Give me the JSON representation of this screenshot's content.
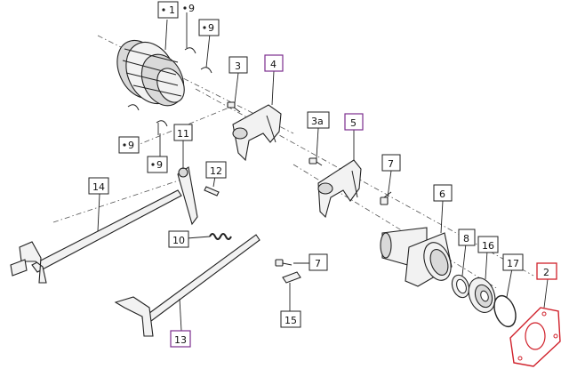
{
  "callouts": [
    {
      "id": "c-1",
      "text": "1",
      "prefix": "dot",
      "border": "#222222"
    },
    {
      "id": "c-9a",
      "text": "9",
      "prefix": "dot",
      "border": "none"
    },
    {
      "id": "c-9b",
      "text": "9",
      "prefix": "dot",
      "border": "#222222"
    },
    {
      "id": "c-3",
      "text": "3",
      "prefix": "",
      "border": "#222222"
    },
    {
      "id": "c-4",
      "text": "4",
      "prefix": "",
      "border": "#7b2d8e"
    },
    {
      "id": "c-3a",
      "text": "3a",
      "prefix": "",
      "border": "#222222"
    },
    {
      "id": "c-5",
      "text": "5",
      "prefix": "",
      "border": "#7b2d8e"
    },
    {
      "id": "c-9c",
      "text": "9",
      "prefix": "dot",
      "border": "#222222"
    },
    {
      "id": "c-9d",
      "text": "9",
      "prefix": "dot",
      "border": "#222222"
    },
    {
      "id": "c-11",
      "text": "11",
      "prefix": "",
      "border": "#222222"
    },
    {
      "id": "c-12",
      "text": "12",
      "prefix": "",
      "border": "#222222"
    },
    {
      "id": "c-7a",
      "text": "7",
      "prefix": "",
      "border": "#222222"
    },
    {
      "id": "c-6",
      "text": "6",
      "prefix": "",
      "border": "#222222"
    },
    {
      "id": "c-14",
      "text": "14",
      "prefix": "",
      "border": "#222222"
    },
    {
      "id": "c-10",
      "text": "10",
      "prefix": "",
      "border": "#222222"
    },
    {
      "id": "c-8",
      "text": "8",
      "prefix": "",
      "border": "#222222"
    },
    {
      "id": "c-16",
      "text": "16",
      "prefix": "",
      "border": "#222222"
    },
    {
      "id": "c-17",
      "text": "17",
      "prefix": "",
      "border": "#222222"
    },
    {
      "id": "c-2",
      "text": "2",
      "prefix": "",
      "border": "#d0202a"
    },
    {
      "id": "c-7b",
      "text": "7",
      "prefix": "",
      "border": "#222222"
    },
    {
      "id": "c-15",
      "text": "15",
      "prefix": "",
      "border": "#222222"
    },
    {
      "id": "c-13",
      "text": "13",
      "prefix": "",
      "border": "#7b2d8e"
    }
  ],
  "colors": {
    "ink": "#222222",
    "highlight_purple": "#7b2d8e",
    "highlight_red": "#d0202a",
    "paper": "#ffffff"
  }
}
